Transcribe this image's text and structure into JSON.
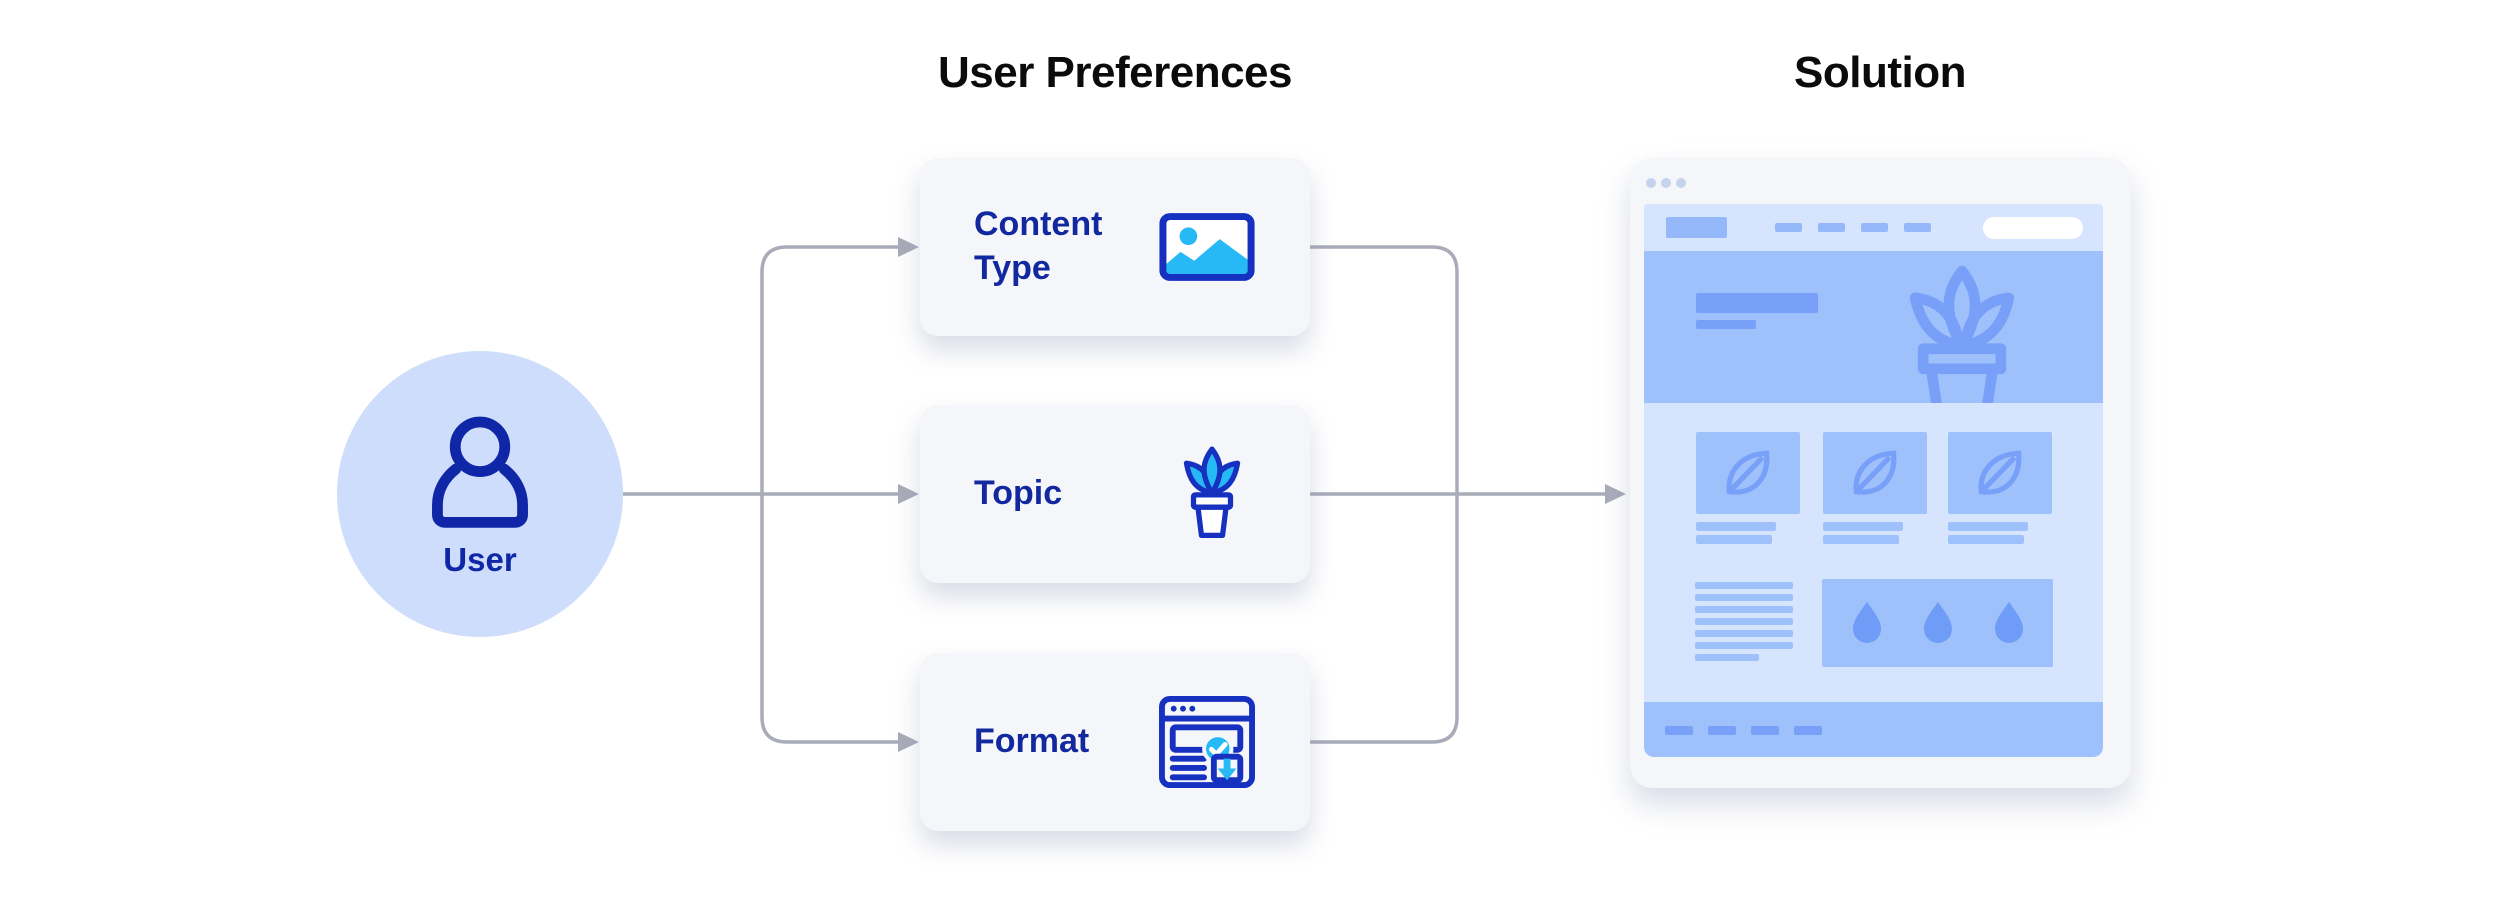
{
  "headers": {
    "preferences_title": "User Preferences",
    "solution_title": "Solution"
  },
  "user_node": {
    "label": "User",
    "icon": "person-icon"
  },
  "preference_cards": [
    {
      "label": "Content Type",
      "icon": "image-icon"
    },
    {
      "label": "Topic",
      "icon": "potted-plant-icon"
    },
    {
      "label": "Format",
      "icon": "browser-check-icon"
    }
  ],
  "connectors": {
    "from_user_branches": 3,
    "to_solution_arrows": 1
  },
  "solution_mockup": {
    "window_dots": 3,
    "navbar": {
      "logo_block": 1,
      "nav_links": 4,
      "search_pill": 1
    },
    "hero": {
      "heading_bar": 1,
      "subheading_bar": 1,
      "illustration": "potted-plant-icon"
    },
    "content_cards": [
      {
        "icon": "leaf-icon",
        "caption_lines": 2
      },
      {
        "icon": "leaf-icon",
        "caption_lines": 2
      },
      {
        "icon": "leaf-icon",
        "caption_lines": 2
      }
    ],
    "paragraph_lines": 7,
    "feature_box": {
      "droplet_icons": 3
    },
    "footer_links": 4
  },
  "colors": {
    "navy": "#0f27a6",
    "icon_stroke": "#1630c0",
    "cyan": "#27b9f5",
    "connector": "#a9abb8",
    "card_bg": "#f5f6f9",
    "circle_bg": "#cdddfb",
    "mock_light": "#d7e4fd",
    "mock_medium": "#9fc1fb",
    "mock_dark": "#78a0f8",
    "mock_logo": "#95b8fa",
    "droplet": "#6f9cf7",
    "title_color": "#0b0b0d"
  }
}
